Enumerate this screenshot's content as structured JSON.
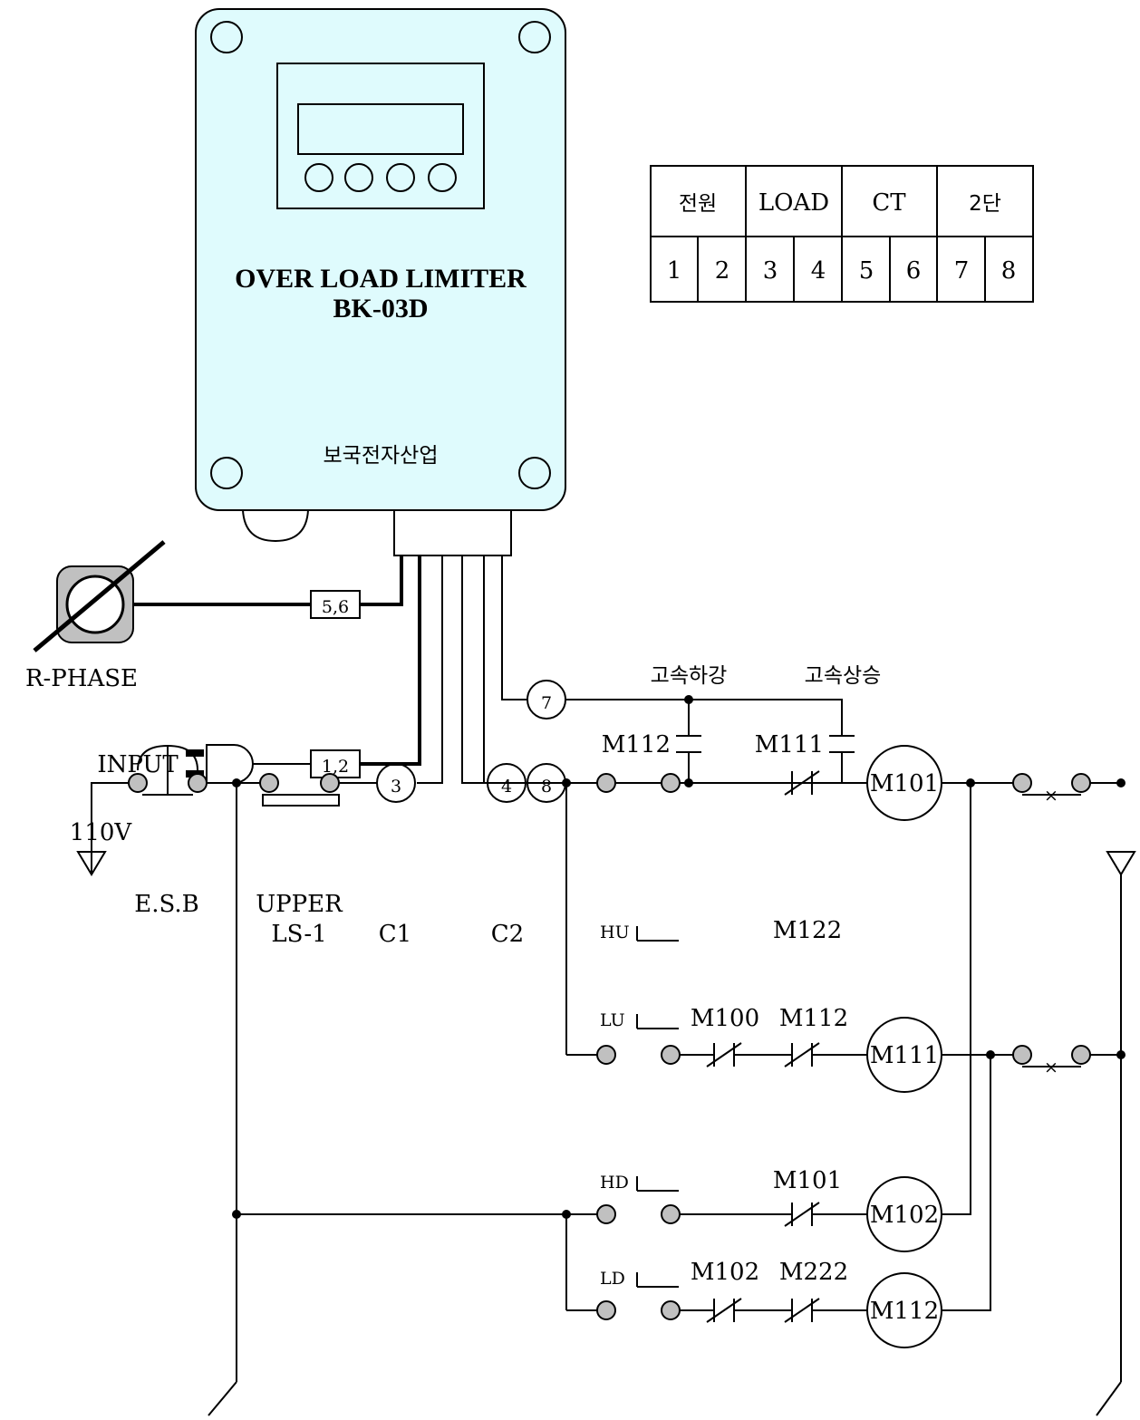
{
  "device": {
    "title": "OVER LOAD LIMITER",
    "model": "BK-03D",
    "maker": "보국전자산업"
  },
  "terminal_table": {
    "groups": [
      "전원",
      "LOAD",
      "CT",
      "2단"
    ],
    "pins": [
      "1",
      "2",
      "3",
      "4",
      "5",
      "6",
      "7",
      "8"
    ]
  },
  "connections": {
    "ct_box": "5,6",
    "input_box": "1,2",
    "r_phase": "R-PHASE",
    "input": "INPUT"
  },
  "two_stage": {
    "t7": "7",
    "t8": "8",
    "high_down": "고속하강",
    "high_up": "고속상승",
    "m112": "M112",
    "m111": "M111"
  },
  "power": {
    "voltage": "110V",
    "esb": "E.S.B",
    "upper": "UPPER",
    "ls1": "LS-1",
    "c1": "C1",
    "c2": "C2",
    "t3": "3",
    "t4": "4"
  },
  "ladder": {
    "hu": "HU",
    "lu": "LU",
    "hd": "HD",
    "ld": "LD",
    "m122": "M122",
    "m100": "M100",
    "m112": "M112",
    "m101_contact": "M101",
    "m102_contact": "M102",
    "m222": "M222",
    "coil_m101": "M101",
    "coil_m111": "M111",
    "coil_m102": "M102",
    "coil_m112": "M112"
  }
}
